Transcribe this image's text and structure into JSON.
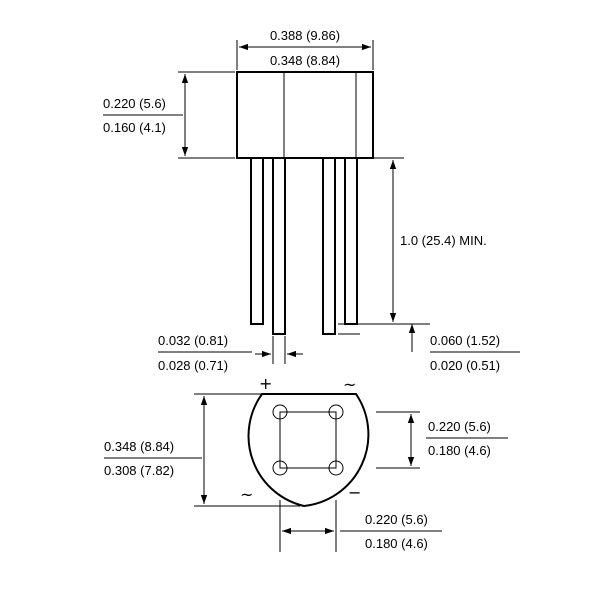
{
  "dimensions": {
    "body_width": {
      "max": "0.388 (9.86)",
      "min": "0.348 (8.84)"
    },
    "body_height": {
      "max": "0.220 (5.6)",
      "min": "0.160 (4.1)"
    },
    "lead_length": {
      "text": "1.0 (25.4) MIN."
    },
    "lead_width": {
      "max": "0.032 (0.81)",
      "min": "0.028 (0.71)"
    },
    "lead_stagger": {
      "max": "0.060 (1.52)",
      "min": "0.020 (0.51)"
    },
    "bottom_diameter": {
      "max": "0.348 (8.84)",
      "min": "0.308 (7.82)"
    },
    "pin_spacing_vertical": {
      "max": "0.220 (5.6)",
      "min": "0.180 (4.6)"
    },
    "pin_spacing_horizontal": {
      "max": "0.220 (5.6)",
      "min": "0.180 (4.6)"
    }
  },
  "terminals": {
    "positive": "+",
    "negative": "−",
    "ac_top": "~",
    "ac_bottom": "~"
  }
}
